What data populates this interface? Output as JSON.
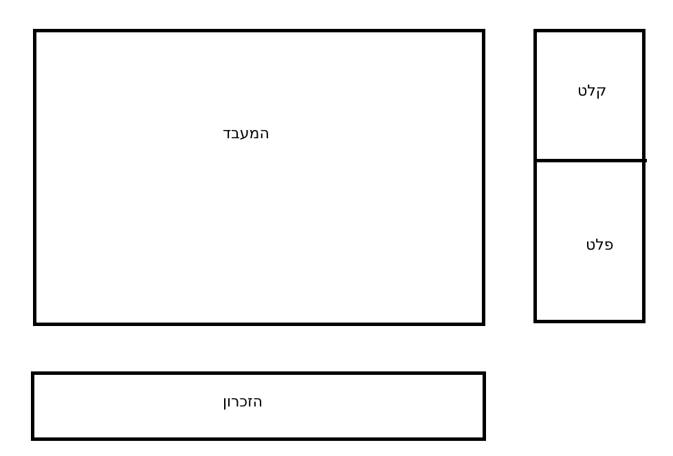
{
  "diagram": {
    "processor": {
      "label": "המעבד"
    },
    "memory": {
      "label": "הזכרון"
    },
    "io": {
      "input": {
        "label": "קלט"
      },
      "output": {
        "label": "פלט"
      }
    }
  },
  "colors": {
    "stroke": "#000000",
    "background": "#ffffff"
  }
}
